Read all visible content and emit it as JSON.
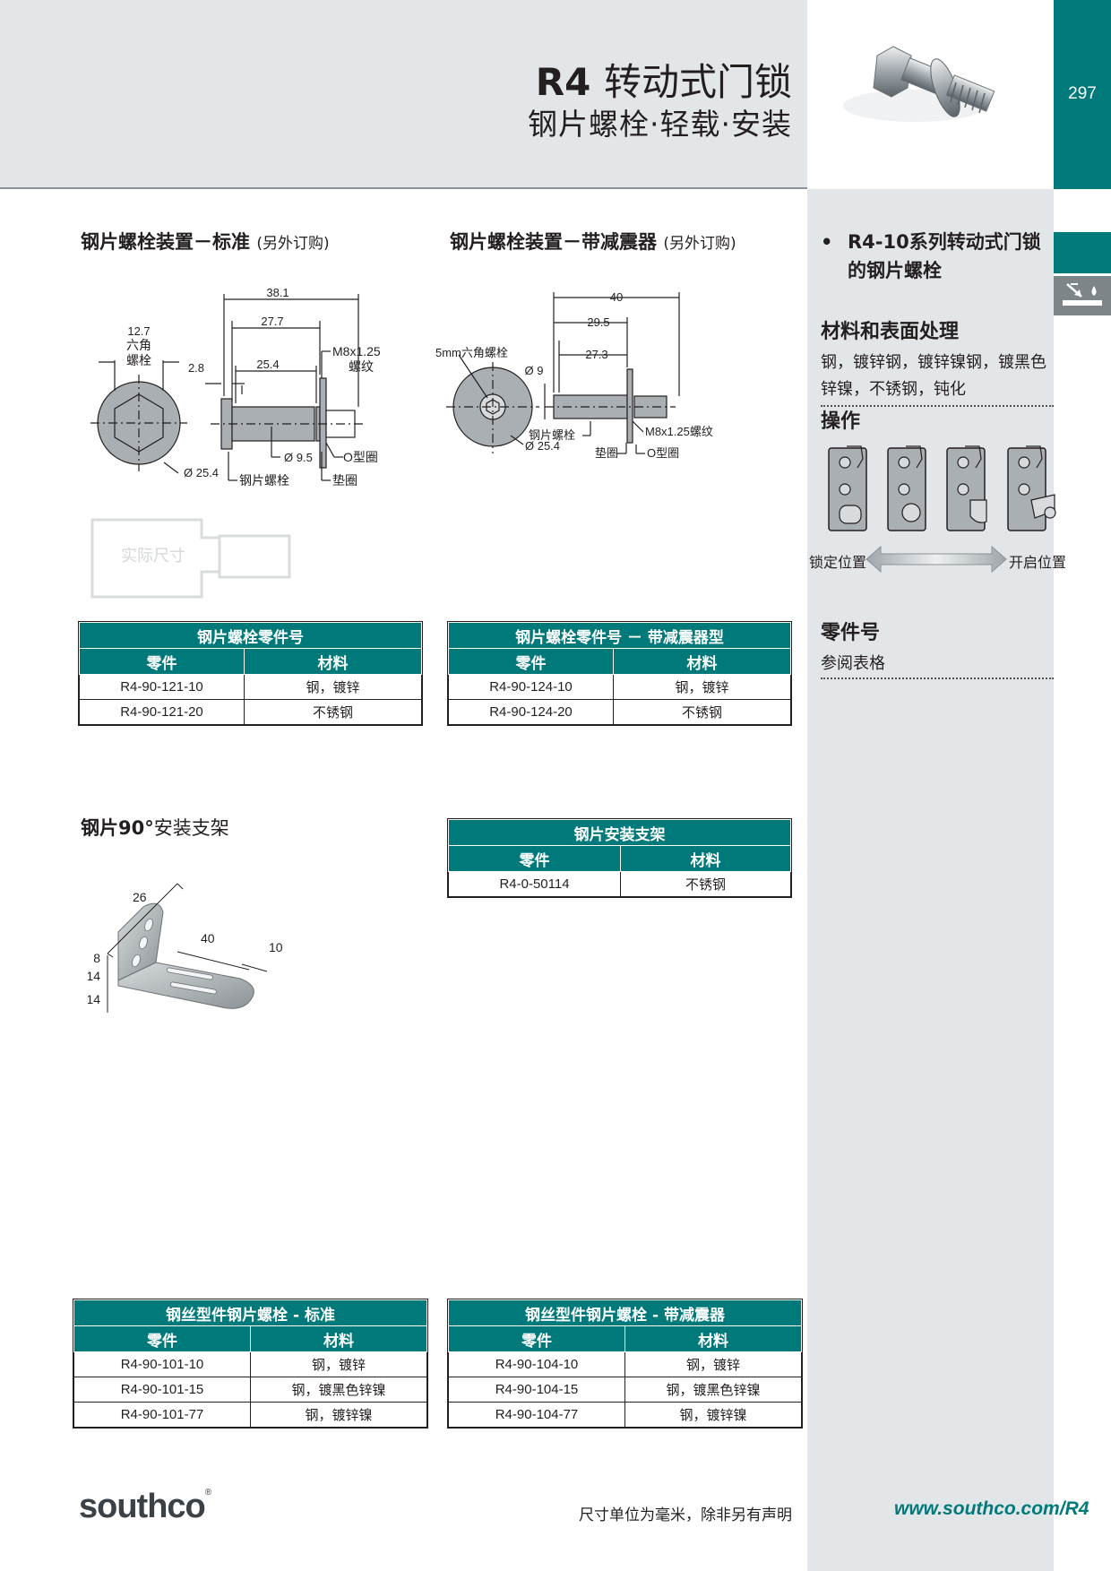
{
  "header": {
    "title_prefix": "R4",
    "title_rest": "转动式门锁",
    "subtitle": "钢片螺栓·轻载·安装",
    "page_number": "297"
  },
  "sidebar": {
    "bullet": "R4-10系列转动式门锁的钢片螺栓",
    "material_heading": "材料和表面处理",
    "material_text": "钢，镀锌钢，镀锌镍钢，镀黑色锌镍，不锈钢，钝化",
    "operation_heading": "操作",
    "locked_label": "锁定位置",
    "open_label": "开启位置",
    "part_heading": "零件号",
    "part_text": "参阅表格"
  },
  "sections": {
    "standard": {
      "title": "钢片螺栓装置－标准",
      "note": "(另外订购)"
    },
    "damper": {
      "title": "钢片螺栓装置－带减震器",
      "note": "(另外订购)"
    },
    "bracket": {
      "title_bold": "钢片90°",
      "title_rest": "安装支架"
    }
  },
  "drawing_standard": {
    "dims": [
      "38.1",
      "27.7",
      "25.4",
      "2.8",
      "12.7",
      "Ø 25.4",
      "Ø 9.5"
    ],
    "labels": {
      "hex1": "六角",
      "hex2": "螺栓",
      "thread1": "M8x1.25",
      "thread2": "螺纹",
      "oring": "O型圈",
      "bolt": "钢片螺栓",
      "washer": "垫圈",
      "actual": "实际尺寸"
    }
  },
  "drawing_damper": {
    "dims": [
      "40",
      "29.5",
      "27.3",
      "Ø 9",
      "Ø 25.4"
    ],
    "labels": {
      "hex": "5mm六角螺栓",
      "bolt": "钢片螺栓",
      "washer": "垫圈",
      "thread": "M8x1.25螺纹",
      "oring": "O型圈"
    }
  },
  "drawing_bracket": {
    "dims": [
      "26",
      "40",
      "10",
      "8",
      "14",
      "14"
    ]
  },
  "tables": {
    "t1": {
      "caption": "钢片螺栓零件号",
      "col1": "零件",
      "col2": "材料",
      "rows": [
        [
          "R4-90-121-10",
          "钢，镀锌"
        ],
        [
          "R4-90-121-20",
          "不锈钢"
        ]
      ]
    },
    "t2": {
      "caption": "钢片螺栓零件号 － 带减震器型",
      "col1": "零件",
      "col2": "材料",
      "rows": [
        [
          "R4-90-124-10",
          "钢，镀锌"
        ],
        [
          "R4-90-124-20",
          "不锈钢"
        ]
      ]
    },
    "t3": {
      "caption": "钢片安装支架",
      "col1": "零件",
      "col2": "材料",
      "rows": [
        [
          "R4-0-50114",
          "不锈钢"
        ]
      ]
    },
    "t4": {
      "caption": "钢丝型件钢片螺栓 - 标准",
      "col1": "零件",
      "col2": "材料",
      "rows": [
        [
          "R4-90-101-10",
          "钢，镀锌"
        ],
        [
          "R4-90-101-15",
          "钢，镀黑色锌镍"
        ],
        [
          "R4-90-101-77",
          "钢，镀锌镍"
        ]
      ]
    },
    "t5": {
      "caption": "钢丝型件钢片螺栓 - 带减震器",
      "col1": "零件",
      "col2": "材料",
      "rows": [
        [
          "R4-90-104-10",
          "钢，镀锌"
        ],
        [
          "R4-90-104-15",
          "钢，镀黑色锌镍"
        ],
        [
          "R4-90-104-77",
          "钢，镀锌镍"
        ]
      ]
    }
  },
  "footer": {
    "logo": "southco",
    "note": "尺寸单位为毫米，除非另有声明",
    "url": "www.southco.com/R4"
  }
}
